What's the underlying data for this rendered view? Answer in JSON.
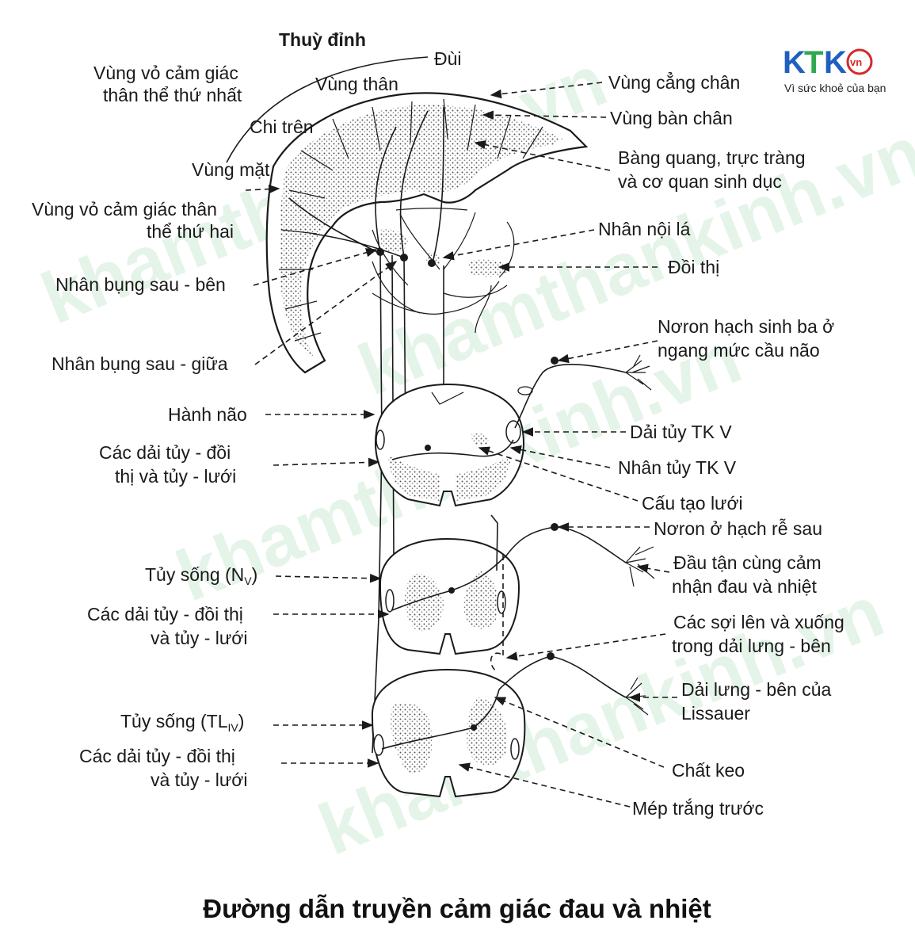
{
  "logo": {
    "brand_k": "K",
    "brand_t": "T",
    "brand_k2": "K",
    "brand_vn": "vn",
    "tagline": "Vì sức khoẻ của bạn",
    "colors": {
      "blue": "#1f5fbf",
      "green": "#2fa84f",
      "red": "#d62a2a"
    }
  },
  "watermark": [
    "khamthankinh.vn",
    "khamthankinh.vn",
    "khamthankinh.vn",
    "khamthankinh.vn"
  ],
  "labels": {
    "thuy_dinh": "Thuỳ đỉnh",
    "dui": "Đùi",
    "vo_cam_giac_1_line1": "Vùng vỏ cảm giác",
    "vo_cam_giac_1_line2": "thân thể thứ nhất",
    "vung_than": "Vùng thân",
    "chi_tren": "Chi trên",
    "vung_mat": "Vùng mặt",
    "vo_cam_giac_2_line1": "Vùng vỏ cảm giác thân",
    "vo_cam_giac_2_line2": "thể thứ hai",
    "nhan_bung_sau_ben": "Nhân bụng sau - bên",
    "nhan_bung_sau_giua": "Nhân bụng sau - giữa",
    "vung_cang_chan": "Vùng cẳng chân",
    "vung_ban_chan": "Vùng bàn chân",
    "bang_quang_line1": "Bàng quang, trực tràng",
    "bang_quang_line2": "và cơ quan sinh dục",
    "nhan_noi_la": "Nhân nội lá",
    "doi_thi": "Đồi thị",
    "noron_sinh_ba_line1": "Nơron hạch sinh ba ở",
    "noron_sinh_ba_line2": "ngang mức cầu não",
    "hanh_nao": "Hành não",
    "dai_tuy_doi_thi_1_line1": "Các dải tủy - đồi",
    "dai_tuy_doi_thi_1_line2": "thị và tủy - lưới",
    "dai_tuy_tkv": "Dải tủy TK V",
    "nhan_tuy_tkv": "Nhân tủy TK V",
    "cau_tao_luoi": "Cấu tạo lưới",
    "noron_hach_re_sau": "Nơron ở hạch rễ sau",
    "tuy_song_nv": "Tủy sống (N",
    "tuy_song_nv_sub": "V",
    "dau_tan_cung_line1": "Đầu tận cùng cảm",
    "dau_tan_cung_line2": "nhận đau và nhiệt",
    "dai_tuy_doi_thi_2_line1": "Các dải tủy - đồi thị",
    "dai_tuy_doi_thi_2_line2": "và tủy - lưới",
    "soi_len_xuong_line1": "Các sợi lên và xuống",
    "soi_len_xuong_line2": "trong dải lưng - bên",
    "dai_lung_ben_line1": "Dải lưng - bên của",
    "dai_lung_ben_line2": "Lissauer",
    "tuy_song_tl": "Tủy sống (TL",
    "tuy_song_tl_sub": "IV",
    "dai_tuy_doi_thi_3_line1": "Các dải tủy - đồi thị",
    "dai_tuy_doi_thi_3_line2": "và tủy - lưới",
    "chat_keo": "Chất keo",
    "mep_trang_truoc": "Mép trắng trước"
  },
  "caption": "Đường dẫn truyền cảm giác đau và nhiệt"
}
